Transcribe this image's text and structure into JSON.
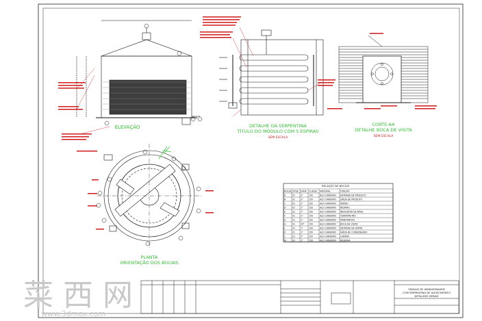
{
  "views": {
    "elevation_title": "ELEVAÇÃO",
    "coil_detail_title": "DETALHE DA SERPENTINA",
    "coil_detail_subtitle": "TÍTULO DO MÓDULO COM 5 ESPIRAS",
    "coil_scale": "SEM ESCALA",
    "section_title": "CORTE-AA",
    "section_subtitle": "DETALHE BOCA DE VISITA",
    "section_scale": "SEM ESCALA",
    "plan_title": "PLANTA",
    "plan_subtitle": "ORIENTAÇÃO DOS BOCAIS"
  },
  "nozzle_table": {
    "title": "RELAÇÃO DE BOCAIS",
    "headers": [
      "BOCAL",
      "QTDE.",
      "DIAM.",
      "CLASSE",
      "MATERIAL",
      "FUNÇÃO"
    ],
    "rows": [
      [
        "A",
        "01",
        "2\"",
        "150",
        "AÇO CARBONO",
        "ENTRADA DE PRODUTO"
      ],
      [
        "B",
        "01",
        "3\"",
        "150",
        "AÇO CARBONO",
        "SAÍDA DE PRODUTO"
      ],
      [
        "C",
        "01",
        "2\"",
        "150",
        "AÇO CARBONO",
        "DRENO"
      ],
      [
        "D",
        "01",
        "1\"",
        "150",
        "AÇO CARBONO",
        "RESPIRO"
      ],
      [
        "E",
        "01",
        "1\"",
        "150",
        "AÇO CARBONO",
        "INDICADOR DE NÍVEL"
      ],
      [
        "F",
        "01",
        "1\"",
        "150",
        "AÇO CARBONO",
        "TERMÔMETRO"
      ],
      [
        "G",
        "01",
        "1\"",
        "150",
        "AÇO CARBONO",
        "MANÔMETRO"
      ],
      [
        "H",
        "01",
        "20\"",
        "150",
        "AÇO CARBONO",
        "BOCA DE VISITA"
      ],
      [
        "J",
        "01",
        "1\"",
        "150",
        "AÇO CARBONO",
        "ENTRADA DE VAPOR"
      ],
      [
        "K",
        "01",
        "1\"",
        "150",
        "AÇO CARBONO",
        "SAÍDA DE CONDENSADO"
      ],
      [
        "L",
        "01",
        "2\"",
        "150",
        "AÇO CARBONO",
        "LADRÃO"
      ],
      [
        "M",
        "01",
        "1\"",
        "150",
        "AÇO CARBONO",
        "RESERVA"
      ]
    ]
  },
  "title_block": {
    "line1": "TANQUE DE ARMAZENAGEM",
    "line2": "COM SERPENTINA DE AQUECIMENTO",
    "line3": "DETALHES GERAIS"
  },
  "watermark": {
    "brand": "菜西网",
    "url": "www.3dmox.com"
  }
}
